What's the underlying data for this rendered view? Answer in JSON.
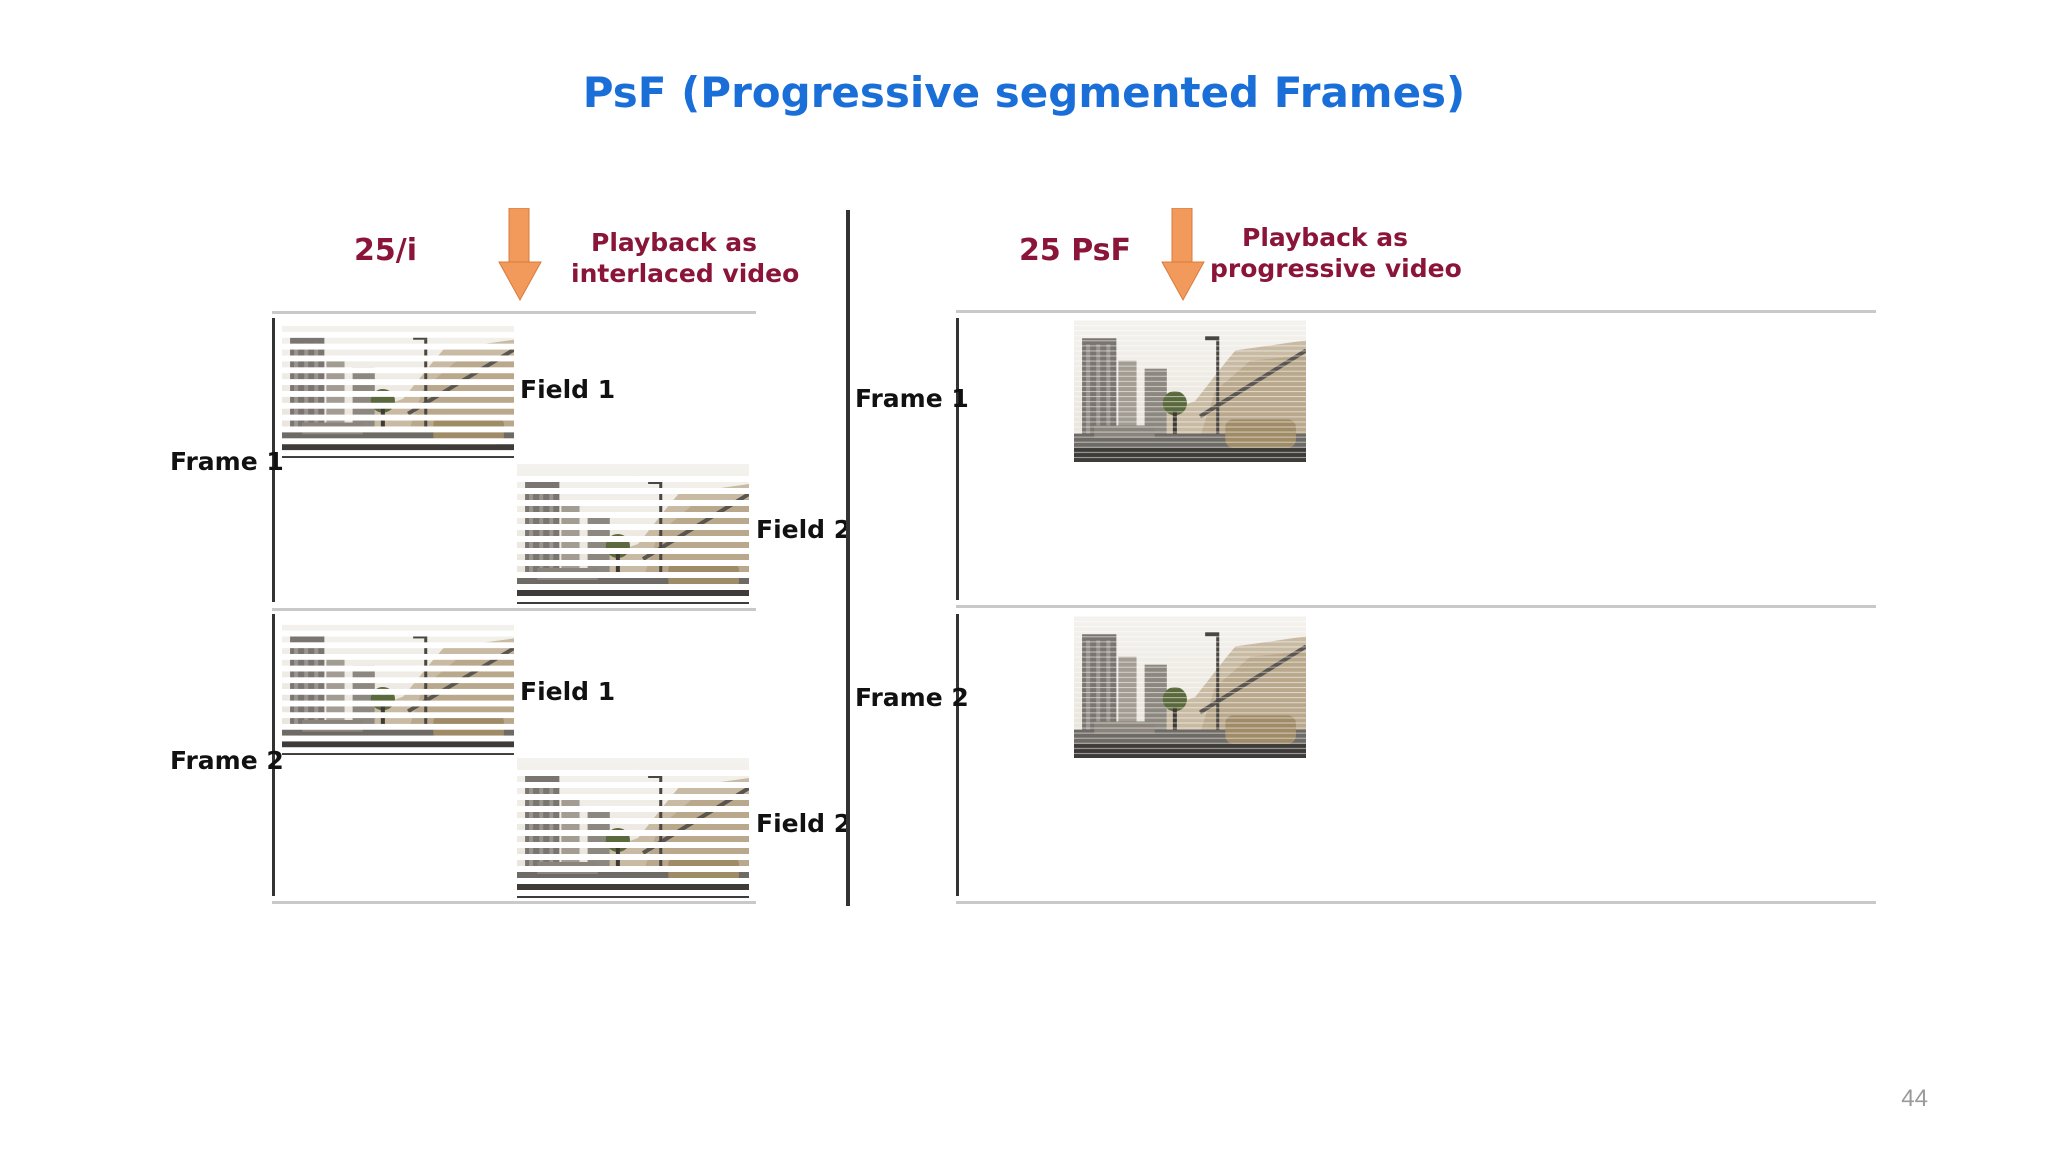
{
  "title": "PsF (Progressive segmented Frames)",
  "left": {
    "rate": "25/i",
    "note": [
      "Playback as",
      "interlaced video"
    ],
    "frames": [
      {
        "label": "Frame 1",
        "fields": [
          "Field 1",
          "Field 2"
        ]
      },
      {
        "label": "Frame 2",
        "fields": [
          "Field 1",
          "Field 2"
        ]
      }
    ]
  },
  "right": {
    "rate": "25 PsF",
    "note": [
      "Playback as",
      "progressive video"
    ],
    "frames": [
      {
        "label": "Frame 1"
      },
      {
        "label": "Frame 2"
      }
    ]
  },
  "page_number": "44",
  "colors": {
    "title": "#1a6ed8",
    "accent": "#8a1538",
    "arrow": "#f29a5c"
  },
  "icons": {
    "arrow": "down-arrow-icon"
  }
}
